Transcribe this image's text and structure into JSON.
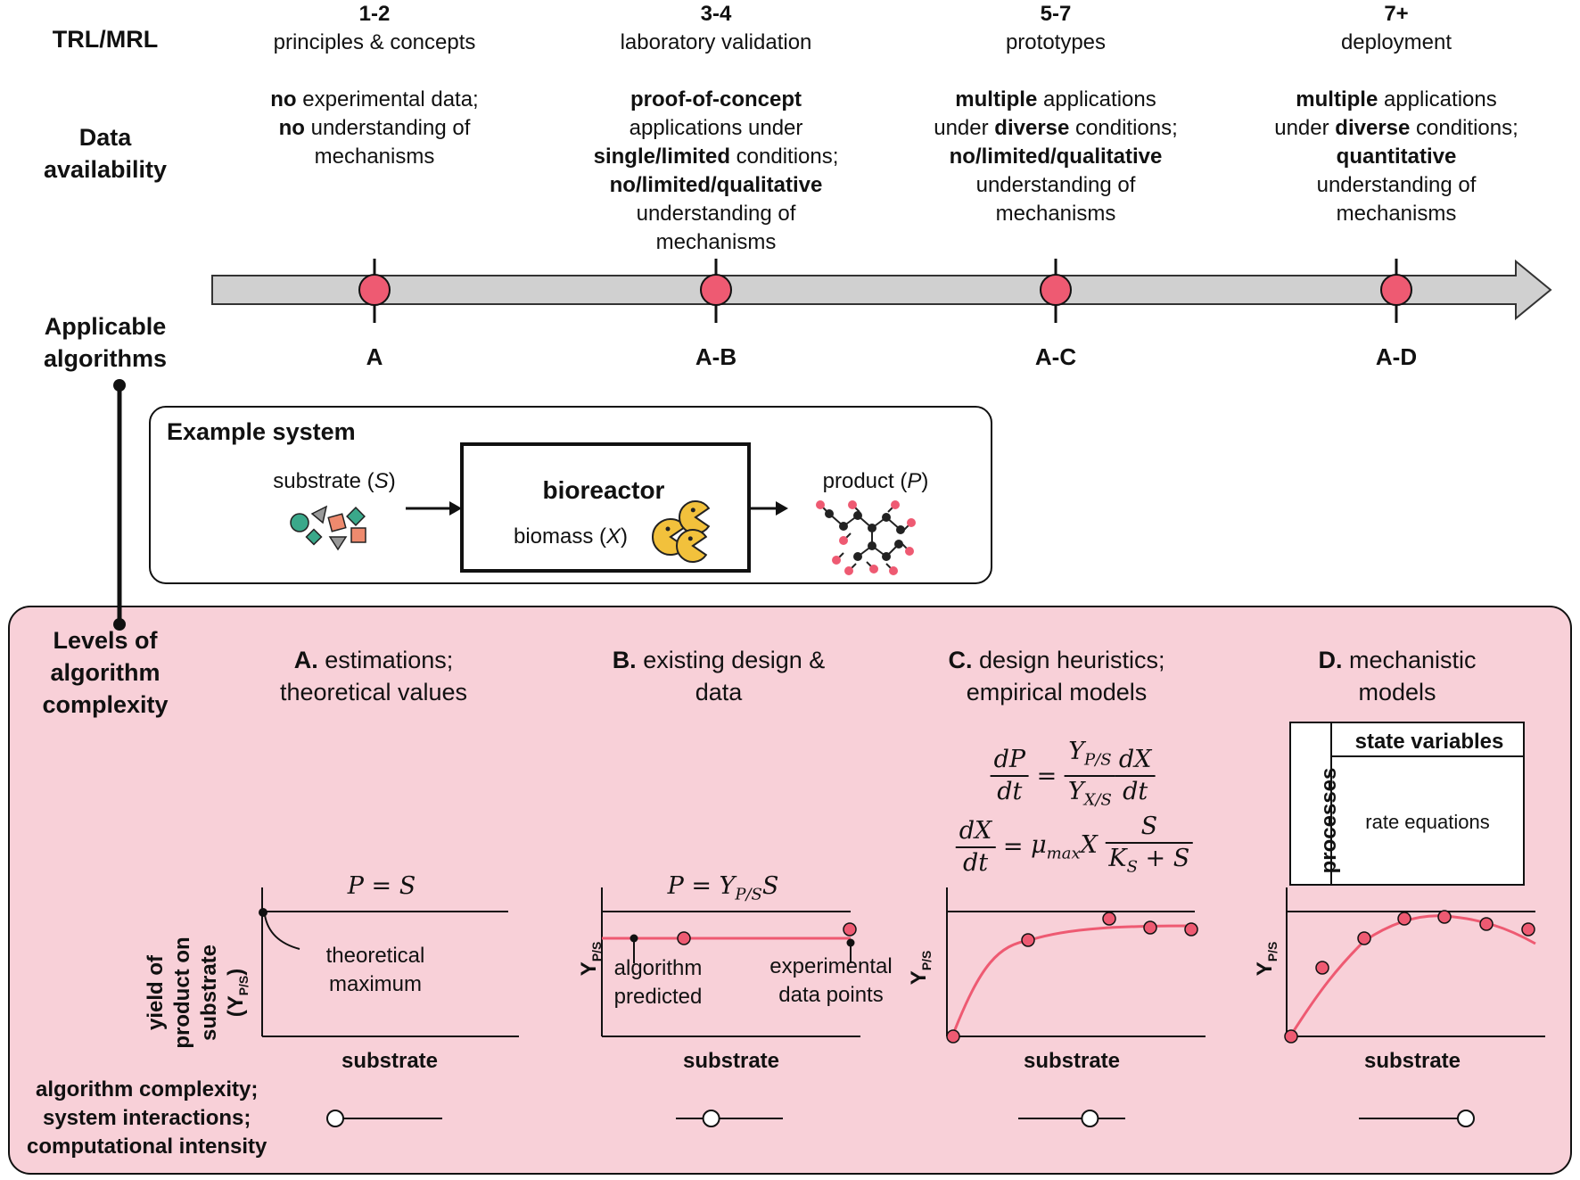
{
  "row_labels": {
    "trl": "TRL/MRL",
    "data": [
      "Data",
      "availability"
    ],
    "algorithms": [
      "Applicable",
      "algorithms"
    ],
    "levels": [
      "Levels of",
      "algorithm",
      "complexity"
    ]
  },
  "stages": [
    {
      "trl": "1-2",
      "phase": "principles & concepts",
      "data_lines": [
        [
          {
            "b": "no"
          },
          {
            "t": " experimental data;"
          }
        ],
        [
          {
            "b": "no"
          },
          {
            "t": " understanding of"
          }
        ],
        [
          {
            "t": "mechanisms"
          }
        ]
      ],
      "algorithms": "A"
    },
    {
      "trl": "3-4",
      "phase": "laboratory validation",
      "data_lines": [
        [
          {
            "b": "proof-of-concept"
          }
        ],
        [
          {
            "t": "applications under"
          }
        ],
        [
          {
            "b": "single/limited"
          },
          {
            "t": " conditions;"
          }
        ],
        [
          {
            "b": "no/limited/qualitative"
          }
        ],
        [
          {
            "t": "understanding of"
          }
        ],
        [
          {
            "t": "mechanisms"
          }
        ]
      ],
      "algorithms": "A-B"
    },
    {
      "trl": "5-7",
      "phase": "prototypes",
      "data_lines": [
        [
          {
            "b": "multiple"
          },
          {
            "t": " applications"
          }
        ],
        [
          {
            "t": "under "
          },
          {
            "b": "diverse"
          },
          {
            "t": " conditions;"
          }
        ],
        [
          {
            "b": "no/limited/qualitative"
          }
        ],
        [
          {
            "t": "understanding of"
          }
        ],
        [
          {
            "t": "mechanisms"
          }
        ]
      ],
      "algorithms": "A-C"
    },
    {
      "trl": "7+",
      "phase": "deployment",
      "data_lines": [
        [
          {
            "b": "multiple"
          },
          {
            "t": " applications"
          }
        ],
        [
          {
            "t": "under "
          },
          {
            "b": "diverse"
          },
          {
            "t": " conditions;"
          }
        ],
        [
          {
            "b": "quantitative"
          }
        ],
        [
          {
            "t": "understanding of"
          }
        ],
        [
          {
            "t": "mechanisms"
          }
        ]
      ],
      "algorithms": "A-D"
    }
  ],
  "example_system": {
    "title": "Example system",
    "substrate": "substrate (",
    "substrate_sym": "S",
    "bioreactor": "bioreactor",
    "biomass": "biomass (",
    "biomass_sym": "X",
    "product": "product (",
    "product_sym": "P",
    "close_paren": ")"
  },
  "levels": [
    {
      "letter": "A.",
      "title_rest": " estimations;",
      "title_line2": "theoretical values",
      "equation": "P = S",
      "ylabel_lines": [
        "yield of",
        "product on",
        "substrate"
      ],
      "ylabel_sym": "(Y",
      "ylabel_sub": "P/S",
      "ylabel_close": ")",
      "annotation": [
        "theoretical",
        "maximum"
      ],
      "xlabel": "substrate"
    },
    {
      "letter": "B.",
      "title_rest": " existing design &",
      "title_line2": "data",
      "equation_main": "P = Y",
      "equation_sub": "P/S",
      "equation_tail": "S",
      "ylabel": "Y",
      "ylabel_sub": "P/S",
      "annotation_left": [
        "algorithm",
        "predicted"
      ],
      "annotation_right": [
        "experimental",
        "data points"
      ],
      "xlabel": "substrate"
    },
    {
      "letter": "C.",
      "title_rest": " design heuristics;",
      "title_line2": "empirical models",
      "ylabel": "Y",
      "ylabel_sub": "P/S",
      "eq1": {
        "lhs_num": "dP",
        "lhs_den": "dt",
        "rhs1_num": "Y",
        "rhs1_num_sub": "P/S",
        "rhs1_den": "Y",
        "rhs1_den_sub": "X/S",
        "rhs2_num": "dX",
        "rhs2_den": "dt"
      },
      "eq2": {
        "lhs_num": "dX",
        "lhs_den": "dt",
        "mid": "μ",
        "mid_sub": "max",
        "mid_tail": "X",
        "frac_num": "S",
        "frac_den": "K",
        "frac_den_sub": "S",
        "frac_den_tail": " + S"
      },
      "xlabel": "substrate"
    },
    {
      "letter": "D.",
      "title_rest": " mechanistic",
      "title_line2": "models",
      "table_header": "state variables",
      "table_side": "processes",
      "table_cell": "rate equations",
      "ylabel": "Y",
      "ylabel_sub": "P/S",
      "xlabel": "substrate"
    }
  ],
  "complexity_label": [
    "algorithm complexity;",
    "system interactions;",
    "computational intensity"
  ],
  "complexity_levels": [
    0,
    0.33,
    0.67,
    1.0
  ],
  "colors": {
    "marker": "#ee5a72",
    "panel_bg": "#f8d0d8",
    "arrow_fill": "#d0d0d0",
    "curve": "#ee5a72"
  }
}
